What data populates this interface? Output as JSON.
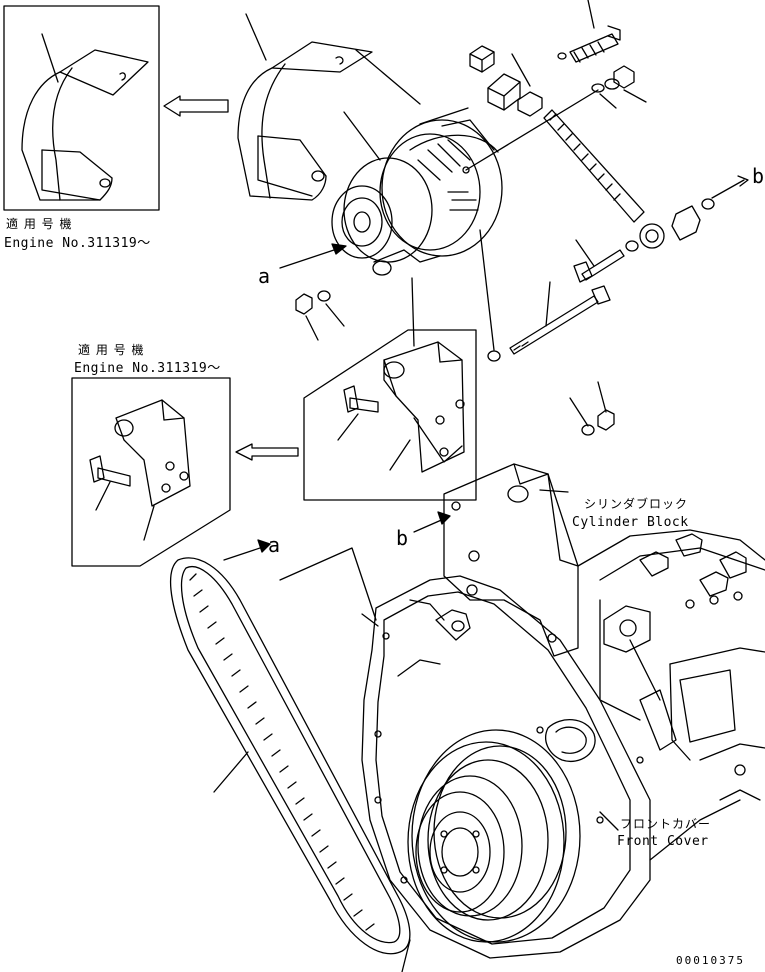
{
  "inset_top": {
    "applicable_jp": "適 用 号 機",
    "engine_no": "Engine No.311319～"
  },
  "inset_mid": {
    "applicable_jp": "適 用 号 機",
    "engine_no": "Engine No.311319～"
  },
  "labels": {
    "cylinder_block_jp": "シリンダブロック",
    "cylinder_block_en": "Cylinder Block",
    "front_cover_jp": "フロントカバー",
    "front_cover_en": "Front Cover"
  },
  "refs": {
    "a_alternator": "a",
    "a_belt": "a",
    "b_bracket": "b",
    "b_link": "b"
  },
  "drawing_code": "00010375",
  "colors": {
    "line": "#000000",
    "background": "#ffffff"
  }
}
